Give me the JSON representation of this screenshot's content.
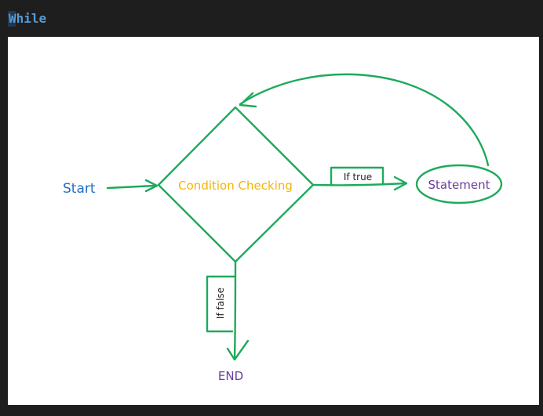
{
  "header": {
    "title": "While"
  },
  "diagram": {
    "start_label": "Start",
    "condition_label": "Condition Checking",
    "statement_label": "Statement",
    "if_true_label": "If true",
    "if_false_label": "If false",
    "end_label": "END"
  },
  "colors": {
    "background": "#1e1e1e",
    "canvas": "#ffffff",
    "title": "#569cd6",
    "stroke": "#1eaa5c",
    "start": "#1f6fc4",
    "condition": "#f5b400",
    "statement": "#6a3d9a",
    "end": "#6a3d9a",
    "branch_text": "#222222"
  }
}
